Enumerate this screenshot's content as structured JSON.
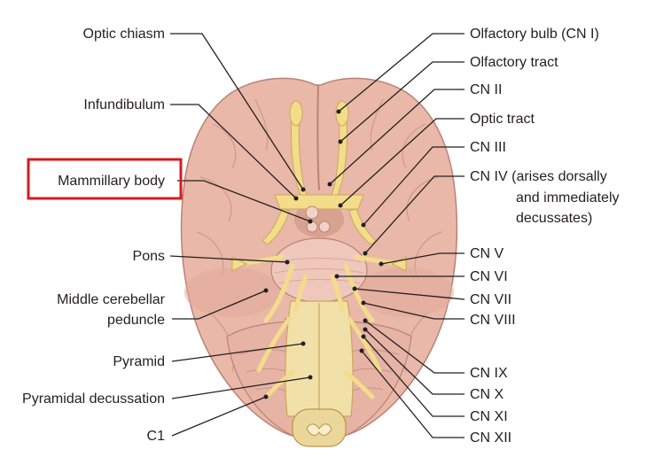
{
  "diagram": {
    "highlight_color": "#d71920",
    "tissue_color": "#e9b8a8",
    "nerve_color": "#f3dc8a",
    "left_labels": {
      "optic_chiasm": "Optic chiasm",
      "infundibulum": "Infundibulum",
      "mammillary_body": "Mammillary body",
      "pons": "Pons",
      "middle_cerebellar_peduncle_1": "Middle cerebellar",
      "middle_cerebellar_peduncle_2": "peduncle",
      "pyramid": "Pyramid",
      "pyramidal_decussation": "Pyramidal decussation",
      "c1": "C1"
    },
    "right_labels": {
      "olfactory_bulb": "Olfactory bulb (CN I)",
      "olfactory_tract": "Olfactory tract",
      "cn_ii": "CN II",
      "optic_tract": "Optic tract",
      "cn_iii": "CN III",
      "cn_iv_1": "CN IV (arises dorsally",
      "cn_iv_2": "and immediately",
      "cn_iv_3": "decussates)",
      "cn_v": "CN V",
      "cn_vi": "CN VI",
      "cn_vii": "CN VII",
      "cn_viii": "CN VIII",
      "cn_ix": "CN IX",
      "cn_x": "CN X",
      "cn_xi": "CN XI",
      "cn_xii": "CN XII"
    }
  }
}
